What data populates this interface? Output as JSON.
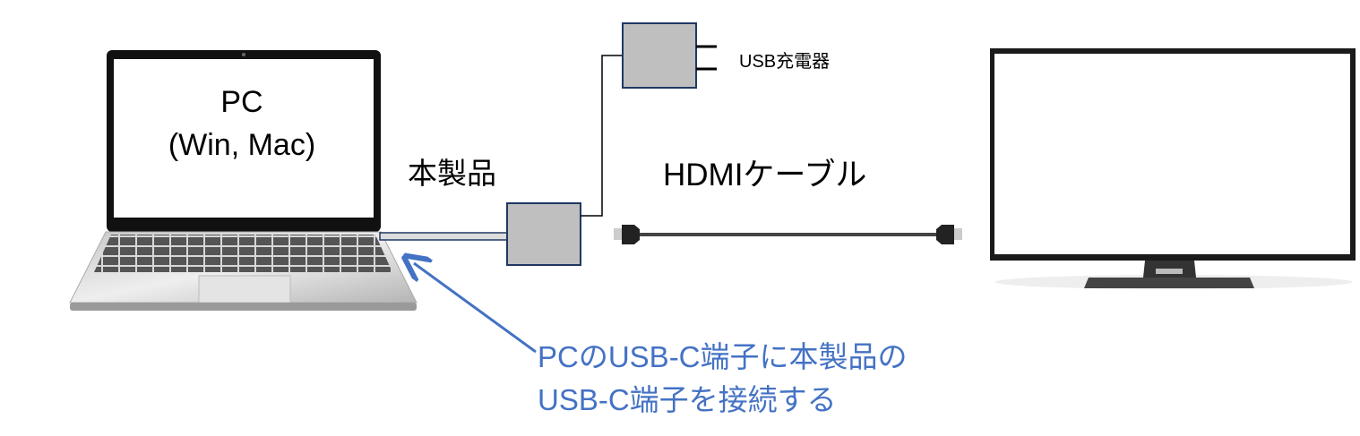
{
  "pc": {
    "title": "PC",
    "subtitle": "(Win, Mac)"
  },
  "product_label": "本製品",
  "charger_label": "USB充電器",
  "hdmi_label": "HDMIケーブル",
  "instruction": {
    "line1": "PCのUSB-C端子に本製品の",
    "line2": "USB-C端子を接続する"
  },
  "colors": {
    "accent": "#4472c4",
    "box_fill": "#bfbfbf",
    "box_stroke": "#1f3864"
  }
}
